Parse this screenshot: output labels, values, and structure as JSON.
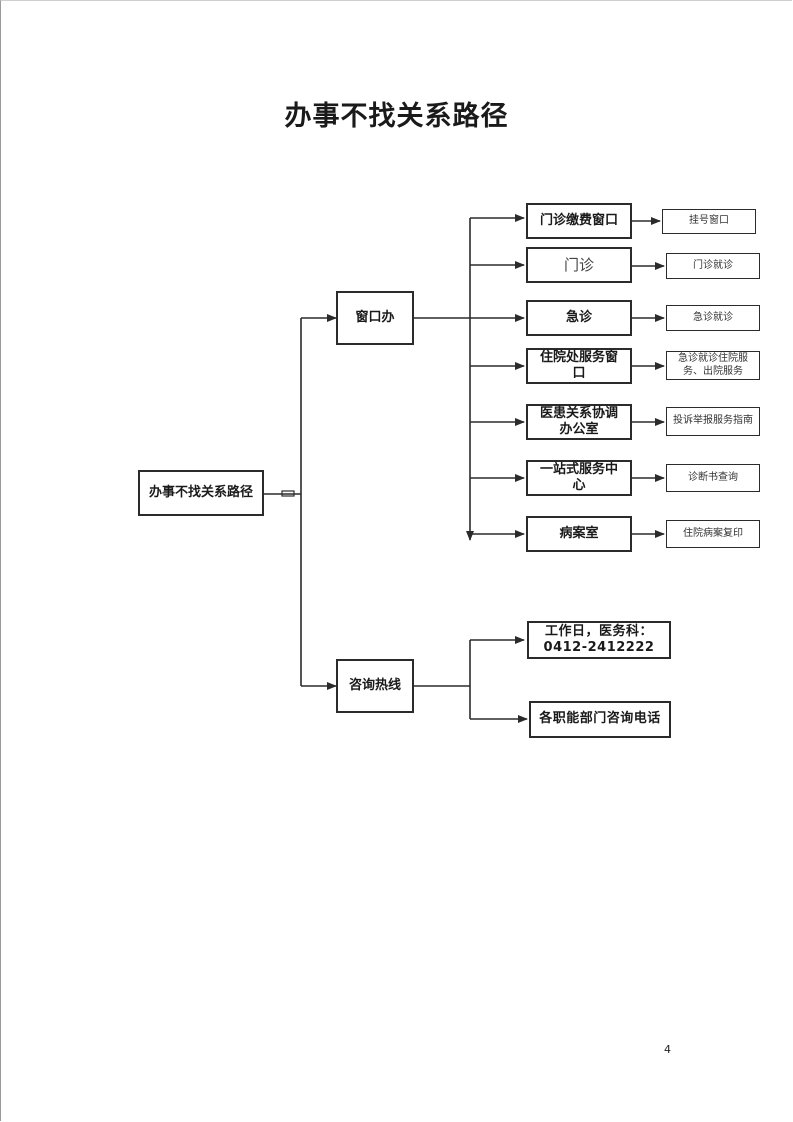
{
  "title": "办事不找关系路径",
  "root": "办事不找关系路径",
  "branches": {
    "window": "窗口办",
    "hotline": "咨询热线"
  },
  "window_items": [
    {
      "label": "门诊缴费窗口",
      "detail": "挂号窗口"
    },
    {
      "label": "门诊",
      "detail": "门诊就诊"
    },
    {
      "label": "急诊",
      "detail": "急诊就诊"
    },
    {
      "label": "住院处服务窗口",
      "detail": "急诊就诊住院服务、出院服务"
    },
    {
      "label": "医患关系协调办公室",
      "detail": "投诉举报服务指南"
    },
    {
      "label": "一站式服务中心",
      "detail": "诊断书查询"
    },
    {
      "label": "病案室",
      "detail": "住院病案复印"
    }
  ],
  "hotline_items": [
    {
      "label": "工作日，医务科：0412-2412222"
    },
    {
      "label": "各职能部门咨询电话"
    }
  ],
  "page_number": "4"
}
